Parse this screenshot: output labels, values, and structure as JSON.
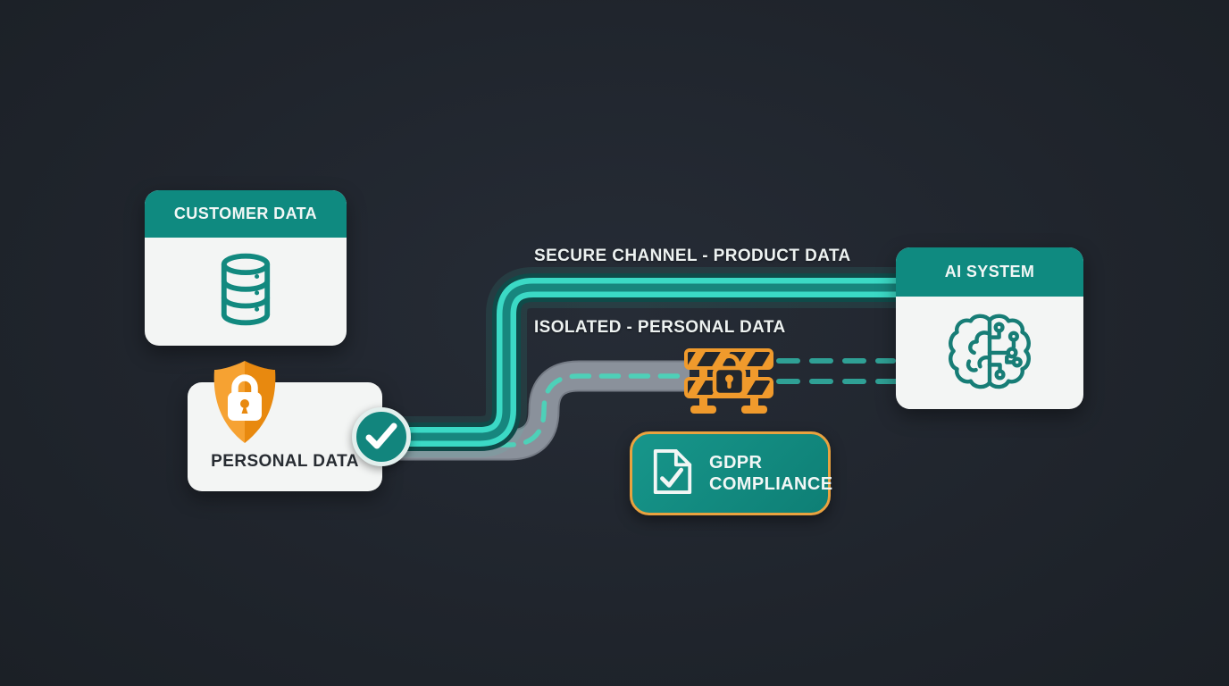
{
  "diagram": {
    "title_implicit": "data flow diagram",
    "cards": {
      "customer": {
        "title": "CUSTOMER DATA",
        "icon": "database-icon"
      },
      "personal": {
        "title": "PERSONAL DATA",
        "icon": "shield-lock-icon",
        "status_icon": "check-icon"
      },
      "ai": {
        "title": "AI SYSTEM",
        "icon": "brain-circuit-icon"
      }
    },
    "channels": {
      "secure": {
        "label": "SECURE CHANNEL - PRODUCT DATA",
        "style": "solid teal pipe"
      },
      "isolated": {
        "label": "ISOLATED - PERSONAL DATA",
        "style": "gray road with teal dashes, blocked",
        "blocker_icon": "barrier-lock-icon"
      }
    },
    "badge": {
      "line1": "GDPR",
      "line2": "COMPLIANCE",
      "icon": "document-check-icon"
    },
    "colors": {
      "background": "#20252d",
      "teal_header": "#0f8a80",
      "teal_pipe_bright": "#3bd9c5",
      "teal_pipe_core": "#17867e",
      "teal_pipe_dark": "#0f4b49",
      "road_gray": "#8a919b",
      "dash_teal": "#4ed0b8",
      "dash_after_barrier": "#2fa095",
      "orange": "#f09a2c",
      "orange_deep": "#e8890f",
      "card_bg": "#f3f5f4",
      "text_dark": "#272c32",
      "text_light": "#edf2f1",
      "badge_border": "#e9a23f"
    }
  }
}
